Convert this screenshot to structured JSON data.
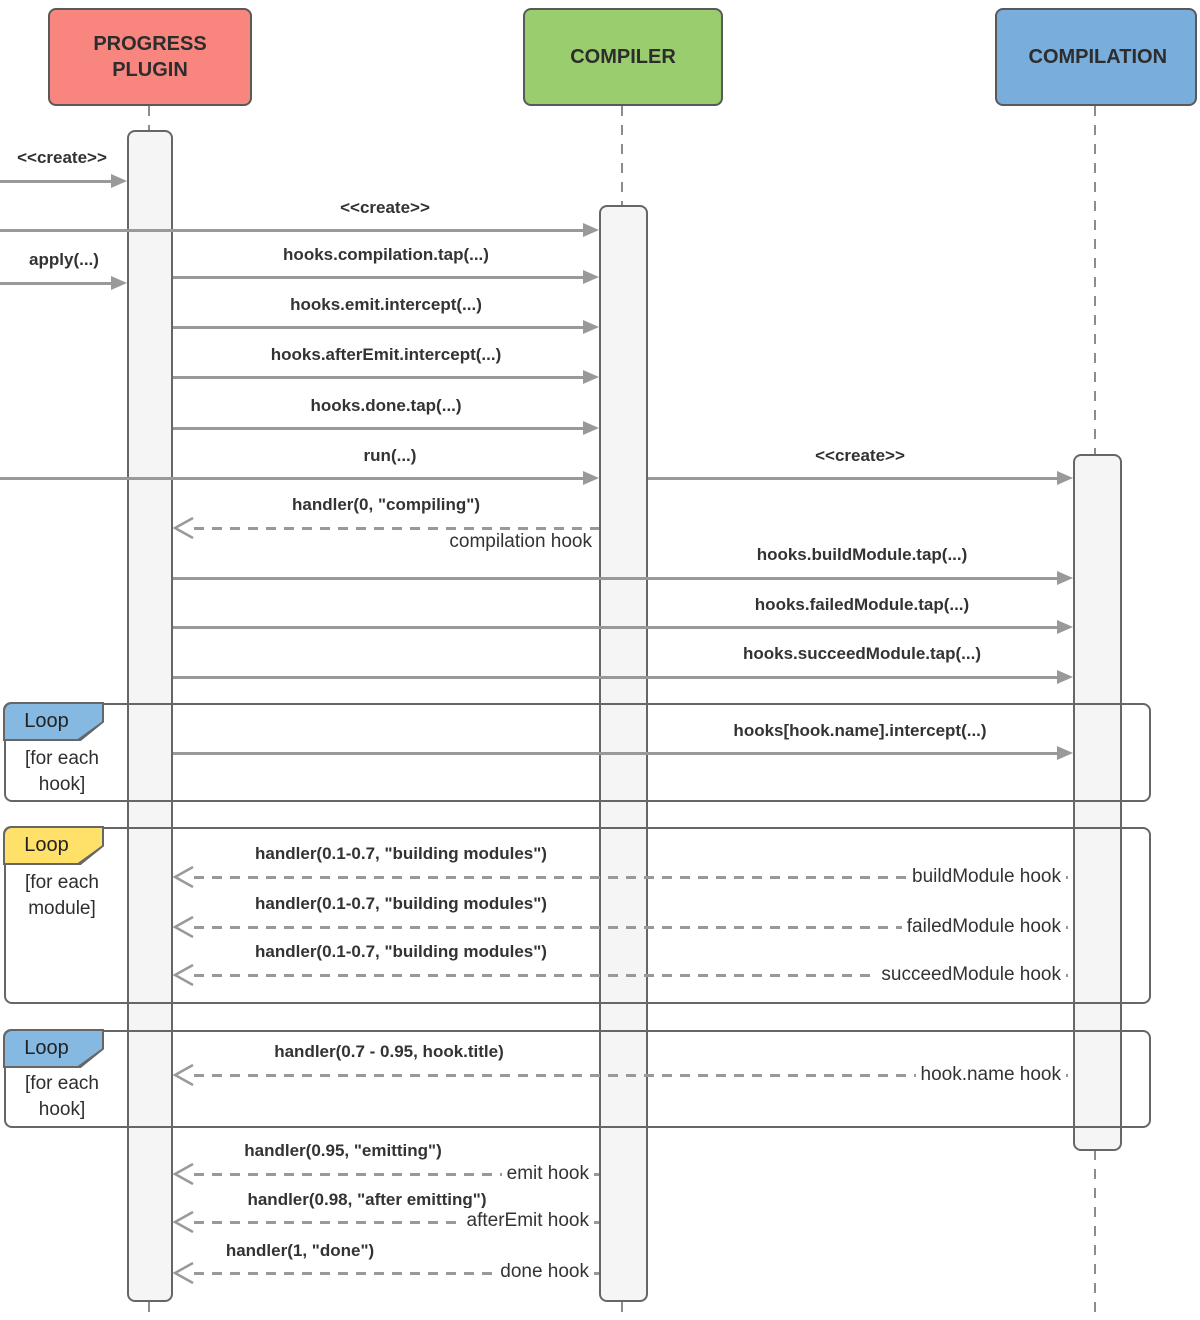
{
  "diagram": {
    "type": "uml-sequence",
    "actors": [
      {
        "id": "progress-plugin",
        "label": "PROGRESS PLUGIN",
        "fill": "#F8867E"
      },
      {
        "id": "compiler",
        "label": "COMPILER",
        "fill": "#9ACD6E"
      },
      {
        "id": "compilation",
        "label": "COMPILATION",
        "fill": "#79ADDC"
      }
    ],
    "loops": [
      {
        "title": "Loop",
        "guard": "[for each hook]",
        "tab_fill": "#85B9E2"
      },
      {
        "title": "Loop",
        "guard": "[for each module]",
        "tab_fill": "#FFE069"
      },
      {
        "title": "Loop",
        "guard": "[for each hook]",
        "tab_fill": "#85B9E2"
      }
    ],
    "colors": {
      "arrow": "#999999",
      "frame_border": "#666666",
      "activation_fill": "#F5F5F5"
    },
    "messages": [
      {
        "label": "<<create>>",
        "from": "external",
        "to": "progress-plugin",
        "kind": "solid"
      },
      {
        "label": "<<create>>",
        "from": "external",
        "to": "compiler",
        "kind": "solid"
      },
      {
        "label": "apply(...)",
        "from": "external",
        "to": "progress-plugin",
        "kind": "solid"
      },
      {
        "label": "hooks.compilation.tap(...)",
        "from": "progress-plugin",
        "to": "compiler",
        "kind": "solid"
      },
      {
        "label": "hooks.emit.intercept(...)",
        "from": "progress-plugin",
        "to": "compiler",
        "kind": "solid"
      },
      {
        "label": "hooks.afterEmit.intercept(...)",
        "from": "progress-plugin",
        "to": "compiler",
        "kind": "solid"
      },
      {
        "label": "hooks.done.tap(...)",
        "from": "progress-plugin",
        "to": "compiler",
        "kind": "solid"
      },
      {
        "label": "run(...)",
        "from": "external",
        "to": "compiler",
        "kind": "solid"
      },
      {
        "label": "<<create>>",
        "from": "compiler",
        "to": "compilation",
        "kind": "solid"
      },
      {
        "label": "handler(0, \"compiling\")",
        "note": "compilation hook",
        "from": "compiler",
        "to": "progress-plugin",
        "kind": "dashed"
      },
      {
        "label": "hooks.buildModule.tap(...)",
        "from": "progress-plugin",
        "to": "compilation",
        "kind": "solid"
      },
      {
        "label": "hooks.failedModule.tap(...)",
        "from": "progress-plugin",
        "to": "compilation",
        "kind": "solid"
      },
      {
        "label": "hooks.succeedModule.tap(...)",
        "from": "progress-plugin",
        "to": "compilation",
        "kind": "solid"
      },
      {
        "label": "hooks[hook.name].intercept(...)",
        "from": "progress-plugin",
        "to": "compilation",
        "kind": "solid",
        "loop": 0
      },
      {
        "label": "handler(0.1-0.7, \"building modules\")",
        "note": "buildModule hook",
        "from": "compilation",
        "to": "progress-plugin",
        "kind": "dashed",
        "loop": 1
      },
      {
        "label": "handler(0.1-0.7, \"building modules\")",
        "note": "failedModule hook",
        "from": "compilation",
        "to": "progress-plugin",
        "kind": "dashed",
        "loop": 1
      },
      {
        "label": "handler(0.1-0.7, \"building modules\")",
        "note": "succeedModule hook",
        "from": "compilation",
        "to": "progress-plugin",
        "kind": "dashed",
        "loop": 1
      },
      {
        "label": "handler(0.7 - 0.95,  hook.title)",
        "note": "hook.name hook",
        "from": "compilation",
        "to": "progress-plugin",
        "kind": "dashed",
        "loop": 2
      },
      {
        "label": "handler(0.95, \"emitting\")",
        "note": "emit hook",
        "from": "compiler",
        "to": "progress-plugin",
        "kind": "dashed"
      },
      {
        "label": "handler(0.98, \"after emitting\")",
        "note": "afterEmit hook",
        "from": "compiler",
        "to": "progress-plugin",
        "kind": "dashed"
      },
      {
        "label": "handler(1, \"done\")",
        "note": "done hook",
        "from": "compiler",
        "to": "progress-plugin",
        "kind": "dashed"
      }
    ]
  }
}
